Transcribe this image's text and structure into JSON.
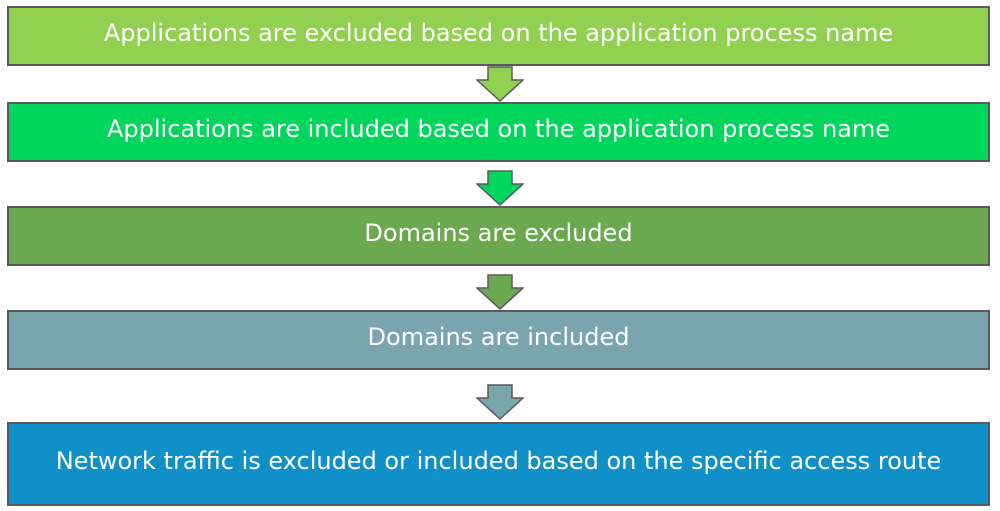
{
  "steps": [
    {
      "label": "Applications are excluded based on the application process name",
      "color": "#92D050"
    },
    {
      "label": "Applications are included based on the application process name",
      "color": "#00D65C"
    },
    {
      "label": "Domains are excluded",
      "color": "#6BA84F"
    },
    {
      "label": "Domains are included",
      "color": "#7AA5AE"
    },
    {
      "label": "Network traffic is excluded or included based on the specific access route",
      "color": "#0F90C8"
    }
  ],
  "arrow_icon": "arrow-down-icon"
}
